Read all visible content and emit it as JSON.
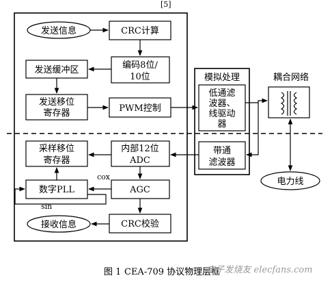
{
  "header_fragment": "[5]",
  "blocks": {
    "send_info": "发送信息",
    "crc_calc": "CRC计算",
    "encode_line1": "编码8位/",
    "encode_line2": "10位",
    "send_buffer": "发送缓冲区",
    "send_shift_line1": "发送移位",
    "send_shift_line2": "寄存器",
    "pwm": "PWM控制",
    "analog_title": "模拟处理",
    "lpf_line1": "低通滤",
    "lpf_line2": "波器、",
    "lpf_line3": "线驱动",
    "lpf_line4": "器",
    "coupling_title": "耦合网络",
    "bpf_line1": "带通",
    "bpf_line2": "滤波器",
    "sample_shift_line1": "采样移位",
    "sample_shift_line2": "寄存器",
    "adc_line1": "内部12位",
    "adc_line2": "ADC",
    "pll": "数字PLL",
    "agc": "AGC",
    "cox": "cox",
    "sin": "sin",
    "recv_info": "接收信息",
    "crc_check": "CRC校验",
    "power_line": "电力线"
  },
  "caption": {
    "figure_no": "图 1",
    "title": "CEA-709 协议物理层框"
  },
  "watermark": "电子发烧友 elecfans.com"
}
